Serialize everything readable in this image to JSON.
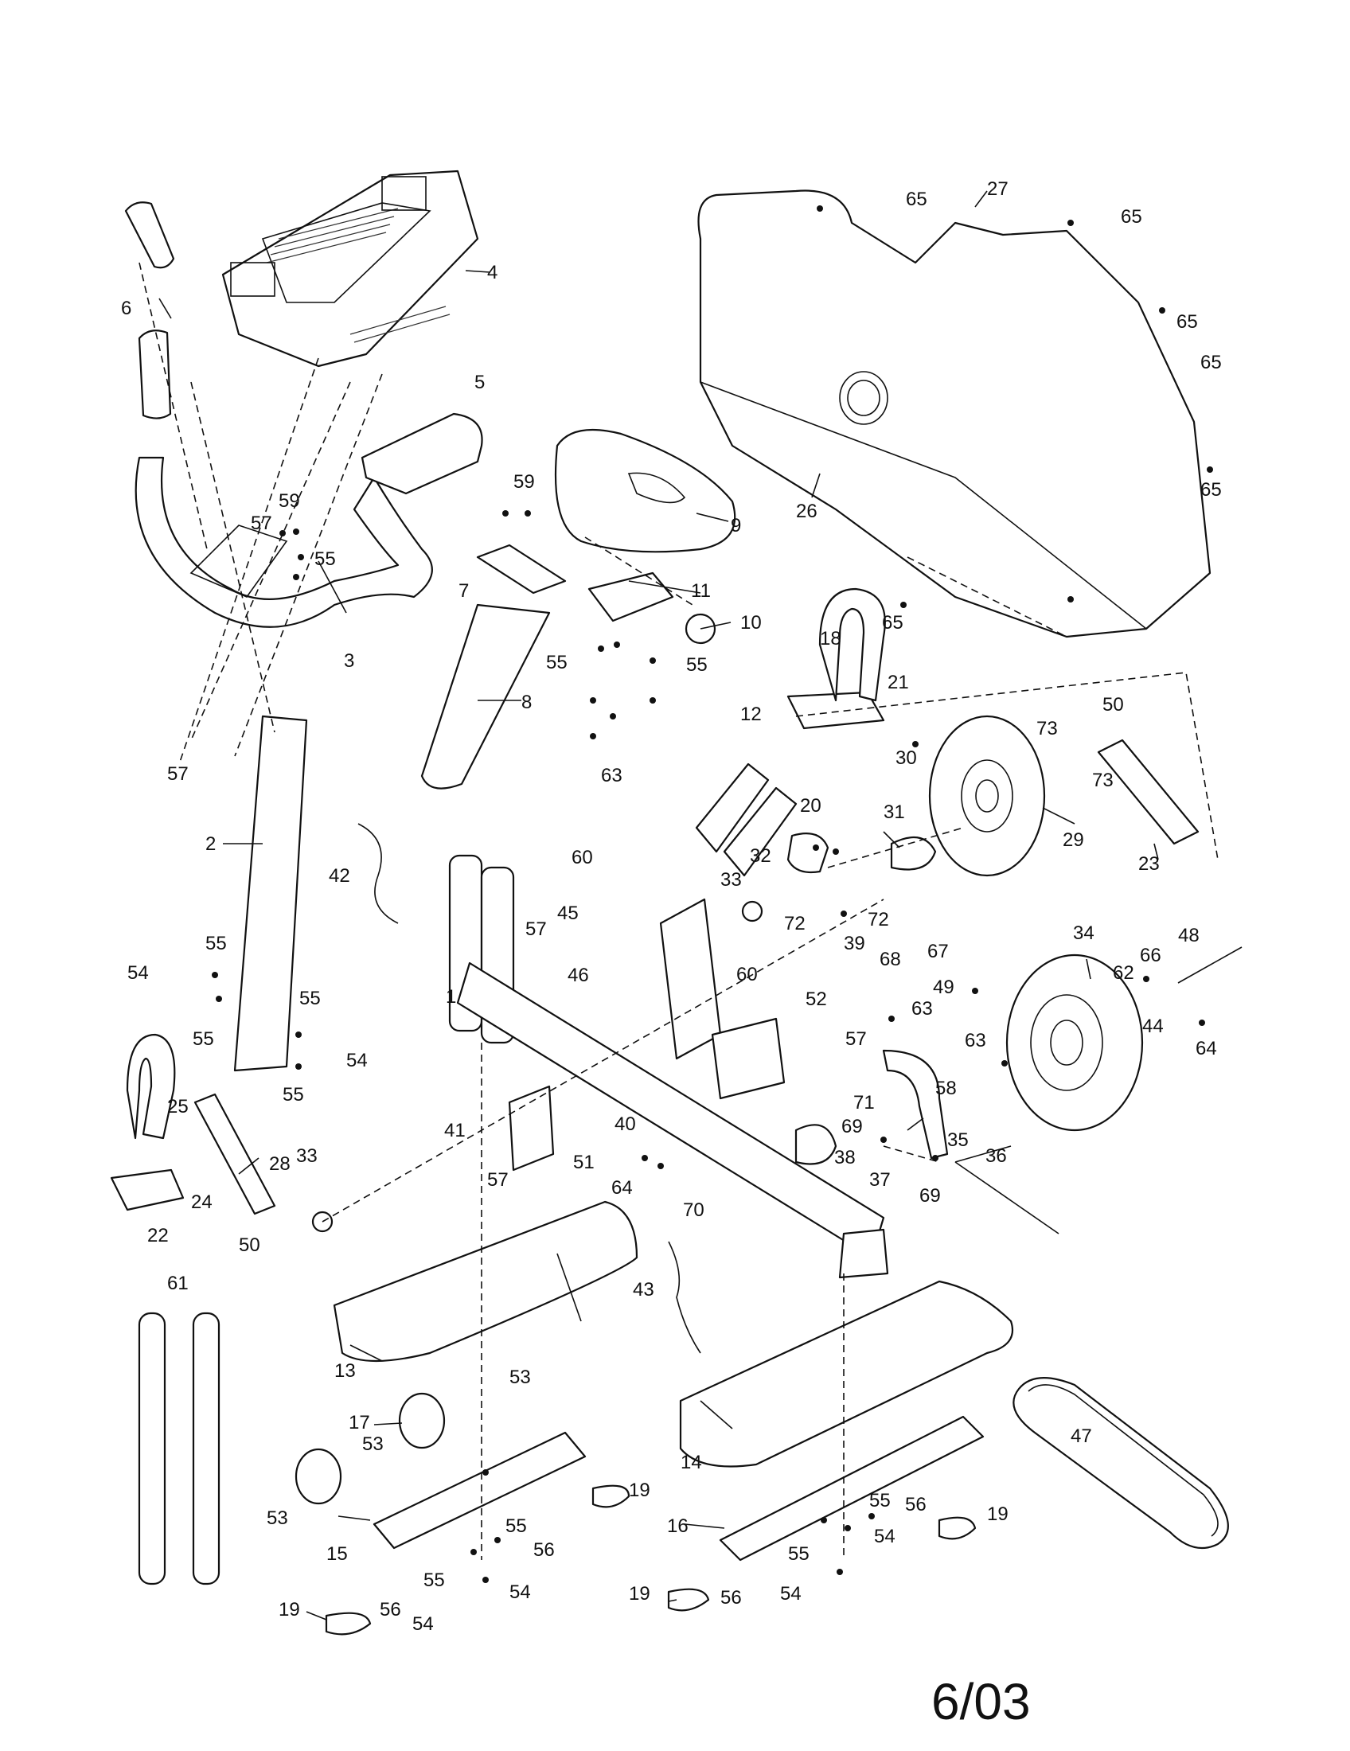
{
  "diagram": {
    "date_code": "6/03",
    "callouts": [
      "1",
      "2",
      "3",
      "4",
      "5",
      "6",
      "7",
      "8",
      "9",
      "10",
      "11",
      "12",
      "13",
      "14",
      "15",
      "16",
      "17",
      "18",
      "19",
      "20",
      "21",
      "22",
      "23",
      "24",
      "25",
      "26",
      "27",
      "28",
      "29",
      "30",
      "31",
      "32",
      "33",
      "34",
      "35",
      "36",
      "37",
      "38",
      "39",
      "40",
      "41",
      "42",
      "43",
      "44",
      "45",
      "46",
      "47",
      "48",
      "49",
      "50",
      "51",
      "52",
      "53",
      "54",
      "55",
      "56",
      "57",
      "58",
      "59",
      "60",
      "61",
      "62",
      "63",
      "64",
      "65",
      "66",
      "67",
      "68",
      "69",
      "70",
      "71",
      "72",
      "73"
    ]
  }
}
